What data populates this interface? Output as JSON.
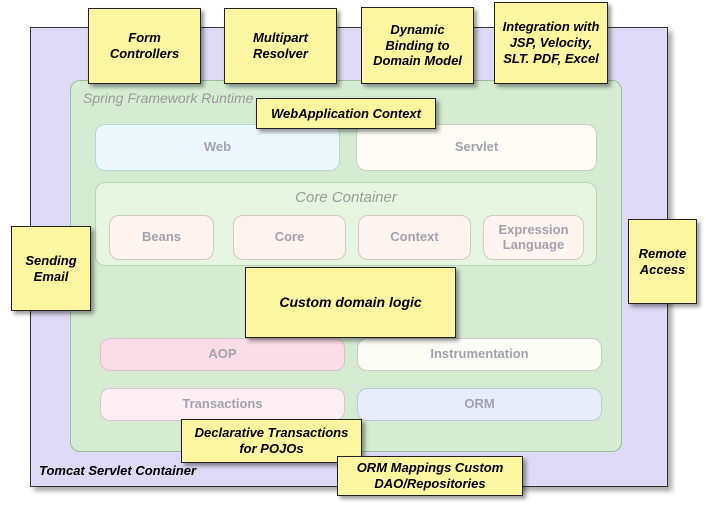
{
  "diagram": {
    "title": "Spring Framework Runtime architecture with annotations",
    "outer_container": {
      "label": "Tomcat Servlet Container",
      "color": "#dedaf5"
    },
    "runtime": {
      "label": "Spring Framework Runtime",
      "color": "#d6ecd2"
    },
    "core_container": {
      "label": "Core Container",
      "color": "#e5f5e0"
    },
    "modules": [
      {
        "label": "Web",
        "color": "#ebf7fb"
      },
      {
        "label": "Servlet",
        "color": "#fdfdf6"
      },
      {
        "label": "Beans",
        "color": "#fdf3ef"
      },
      {
        "label": "Core",
        "color": "#fdf3ef"
      },
      {
        "label": "Context",
        "color": "#fdf3ef"
      },
      {
        "label": "Expression Language",
        "color": "#fdf3ef"
      },
      {
        "label": "AOP",
        "color": "#fadde7"
      },
      {
        "label": "Instrumentation",
        "color": "#fbfdf6"
      },
      {
        "label": "Transactions",
        "color": "#fdeef4"
      },
      {
        "label": "ORM",
        "color": "#e7ecfa"
      }
    ],
    "notes": [
      {
        "label": "Form Controllers"
      },
      {
        "label": "Multipart Resolver"
      },
      {
        "label": "Dynamic Binding to Domain Model"
      },
      {
        "label": "Integration with JSP, Velocity, SLT. PDF, Excel"
      },
      {
        "label": "WebApplication Context"
      },
      {
        "label": "Sending Email"
      },
      {
        "label": "Remote Access"
      },
      {
        "label": "Custom domain logic"
      },
      {
        "label": "Declarative Transactions for POJOs"
      },
      {
        "label": "ORM Mappings Custom DAO/Repositories"
      }
    ],
    "note_color": "#fcf6a0"
  }
}
